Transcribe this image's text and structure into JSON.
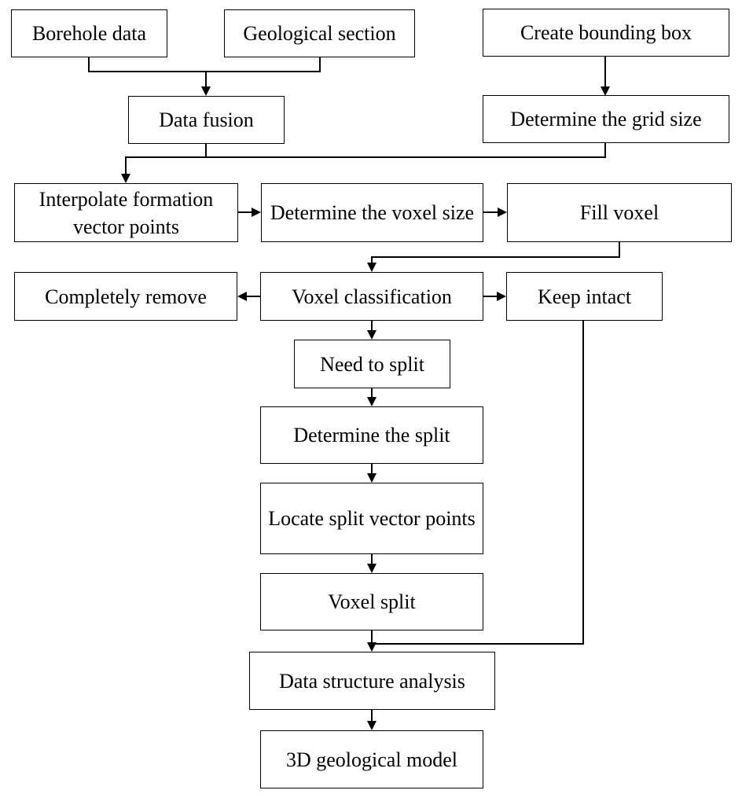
{
  "diagram": {
    "type": "flowchart",
    "line_color": "#000000",
    "box_border_color": "#000000",
    "background": "#ffffff",
    "nodes": {
      "borehole": "Borehole data",
      "geosection": "Geological section",
      "bbox": "Create bounding box",
      "fusion": "Data fusion",
      "grid": "Determine the grid size",
      "interp": "Interpolate formation vector points",
      "voxelsize": "Determine the voxel size",
      "fill": "Fill voxel",
      "remove": "Completely remove",
      "classify": "Voxel classification",
      "keep": "Keep intact",
      "needsplit": "Need to split",
      "detsplit": "Determine the split",
      "locate": "Locate split vector points",
      "vsplit": "Voxel split",
      "dsa": "Data structure analysis",
      "model": "3D geological model"
    },
    "edges": [
      {
        "from": [
          "borehole",
          "geosection"
        ],
        "to": "fusion"
      },
      {
        "from": [
          "bbox"
        ],
        "to": "grid"
      },
      {
        "from": [
          "fusion",
          "grid"
        ],
        "to": "interp"
      },
      {
        "from": [
          "interp"
        ],
        "to": "voxelsize"
      },
      {
        "from": [
          "voxelsize"
        ],
        "to": "fill"
      },
      {
        "from": [
          "fill"
        ],
        "to": "classify"
      },
      {
        "from": [
          "classify"
        ],
        "to": "remove"
      },
      {
        "from": [
          "classify"
        ],
        "to": "keep"
      },
      {
        "from": [
          "classify"
        ],
        "to": "needsplit"
      },
      {
        "from": [
          "needsplit"
        ],
        "to": "detsplit"
      },
      {
        "from": [
          "detsplit"
        ],
        "to": "locate"
      },
      {
        "from": [
          "locate"
        ],
        "to": "vsplit"
      },
      {
        "from": [
          "vsplit",
          "keep"
        ],
        "to": "dsa"
      },
      {
        "from": [
          "dsa"
        ],
        "to": "model"
      }
    ]
  }
}
